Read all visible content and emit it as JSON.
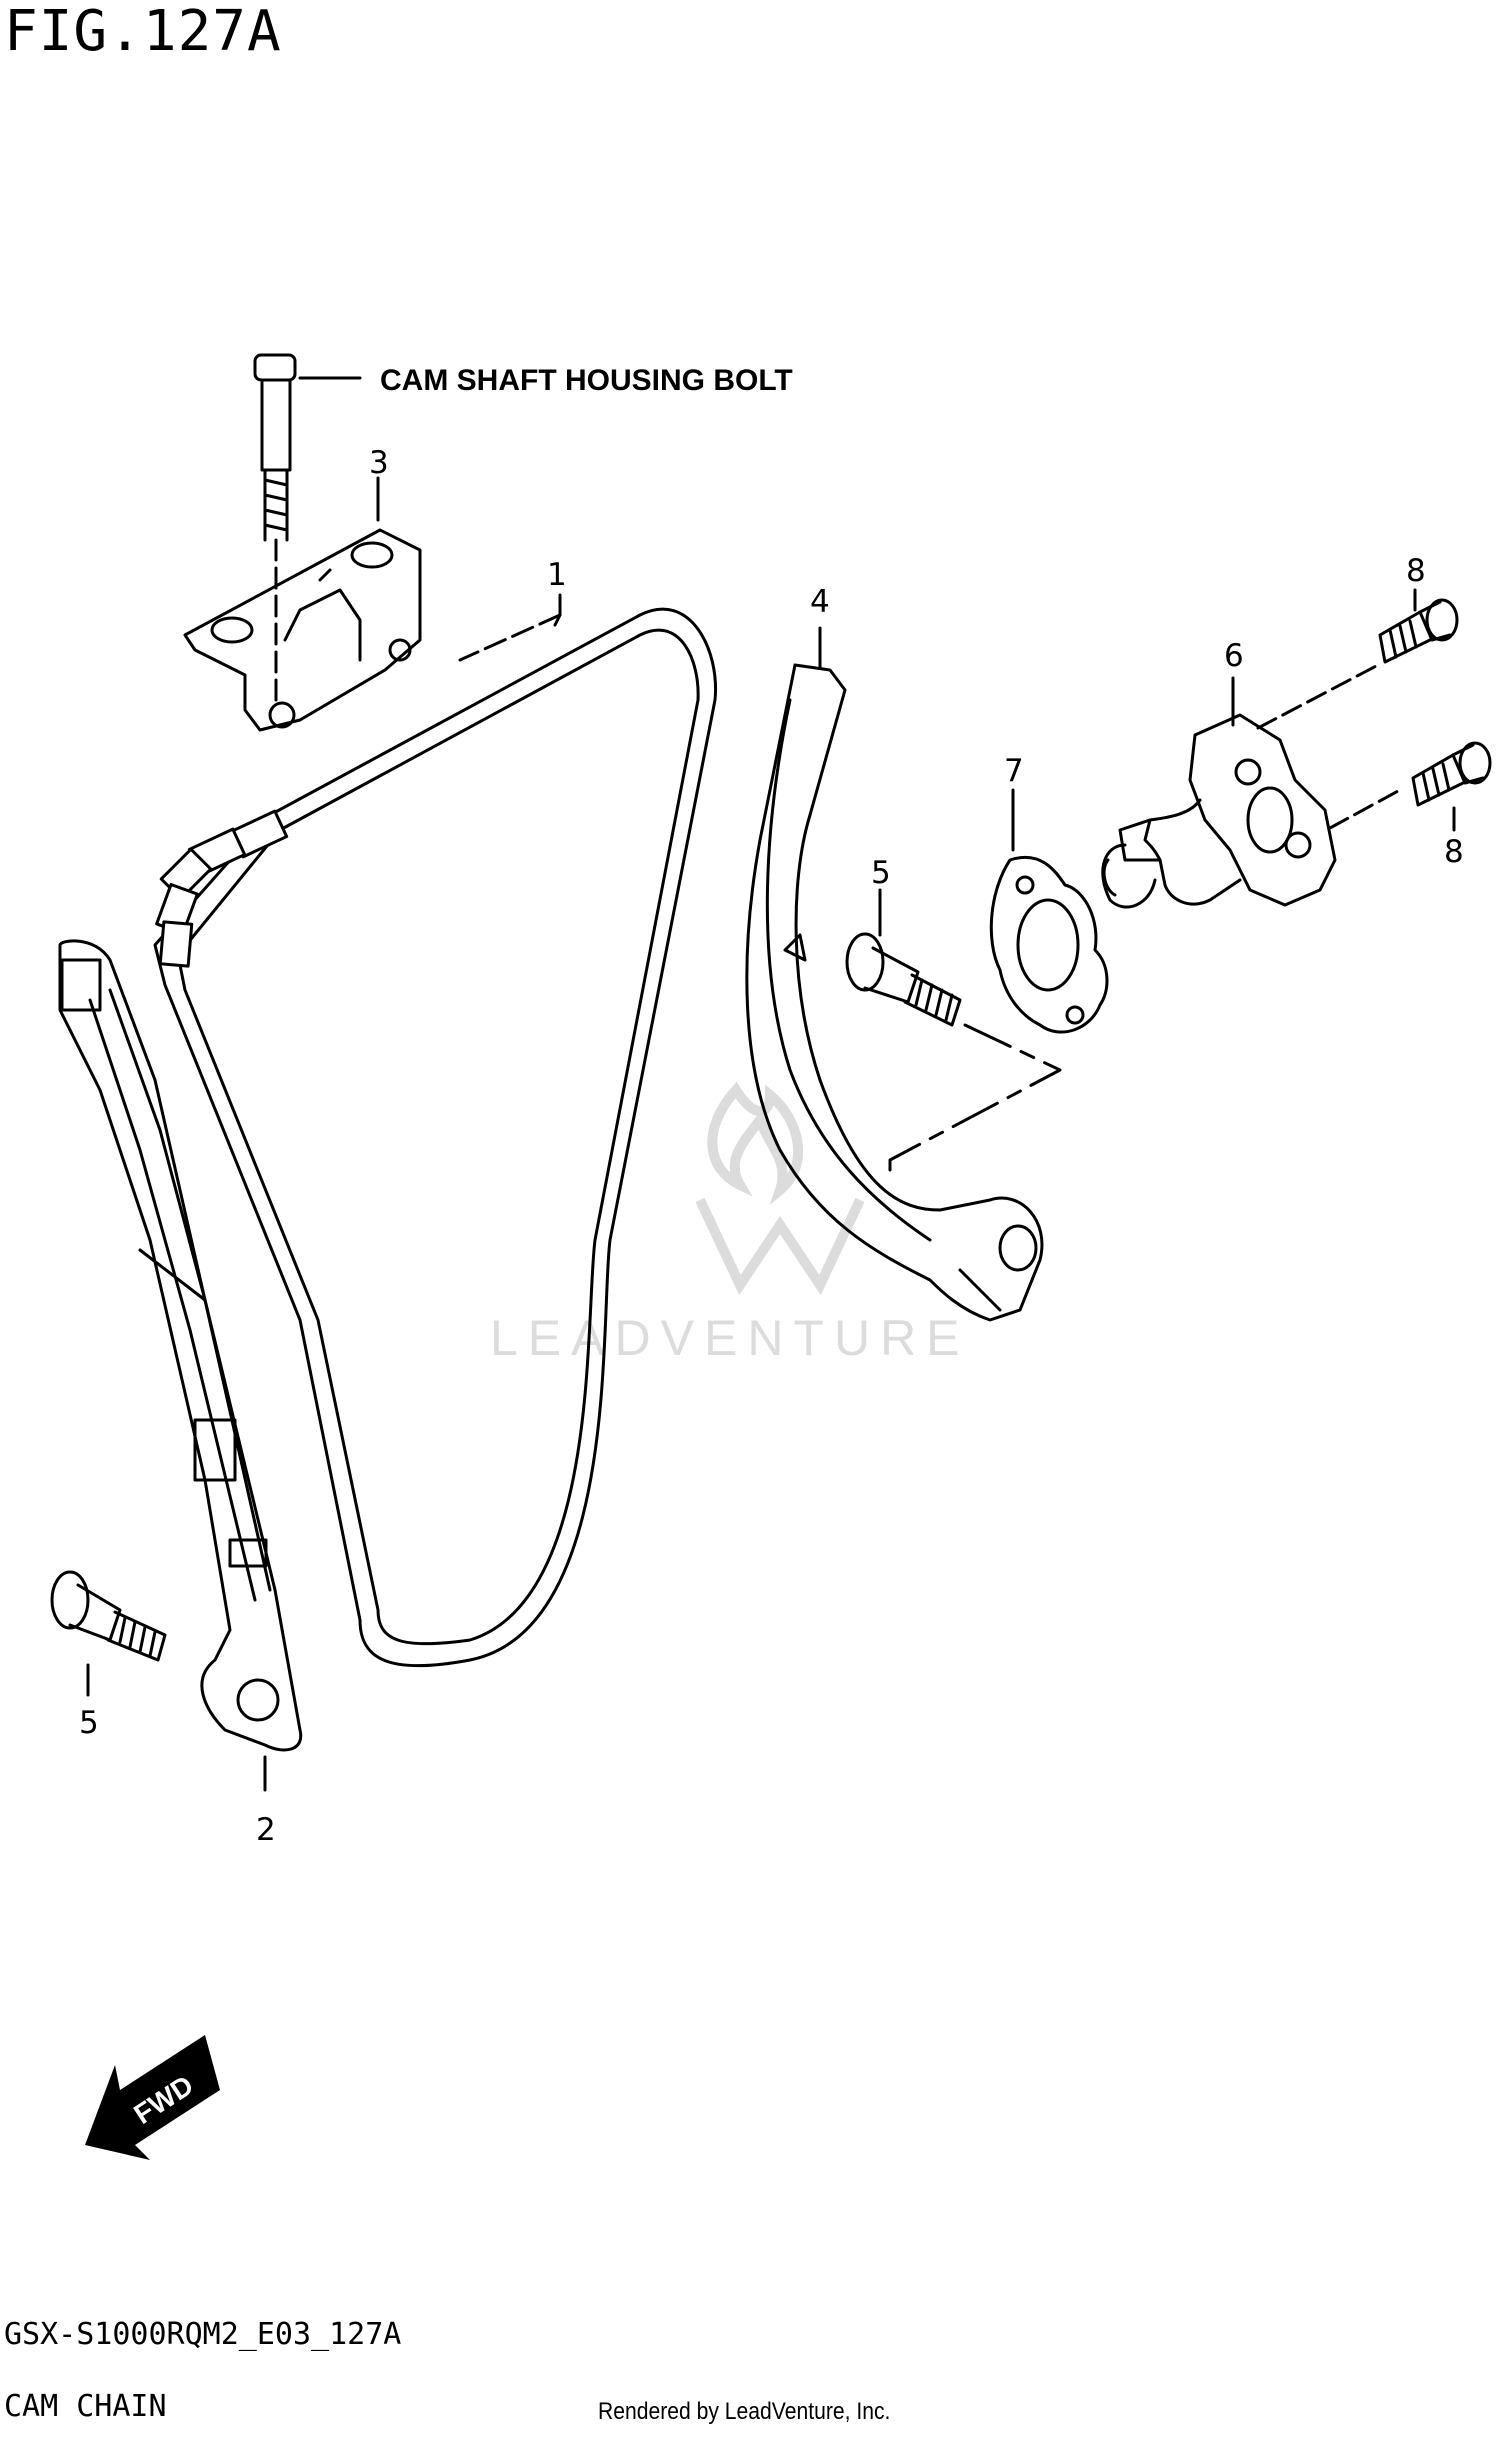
{
  "figure": {
    "title": "FIG.127A",
    "code": "GSX-S1000RQM2_E03_127A",
    "name": "CAM CHAIN"
  },
  "credit": "Rendered by LeadVenture, Inc.",
  "watermark": "LEADVENTURE",
  "note": "CAM SHAFT HOUSING BOLT",
  "fwd_label": "FWD",
  "callouts": {
    "c1": "1",
    "c2": "2",
    "c3": "3",
    "c4": "4",
    "c5a": "5",
    "c5b": "5",
    "c6": "6",
    "c7": "7",
    "c8a": "8",
    "c8b": "8"
  },
  "parts": [
    {
      "ref": "1",
      "icon": "cam-chain"
    },
    {
      "ref": "2",
      "icon": "chain-guide-tensioner-side"
    },
    {
      "ref": "3",
      "icon": "guide-holder"
    },
    {
      "ref": "4",
      "icon": "chain-guide"
    },
    {
      "ref": "5",
      "icon": "guide-bolt"
    },
    {
      "ref": "6",
      "icon": "cam-chain-tensioner"
    },
    {
      "ref": "7",
      "icon": "tensioner-gasket"
    },
    {
      "ref": "8",
      "icon": "tensioner-bolt"
    }
  ],
  "colors": {
    "line": "#000000",
    "paper": "#ffffff",
    "watermark": "#dcdcdc"
  }
}
